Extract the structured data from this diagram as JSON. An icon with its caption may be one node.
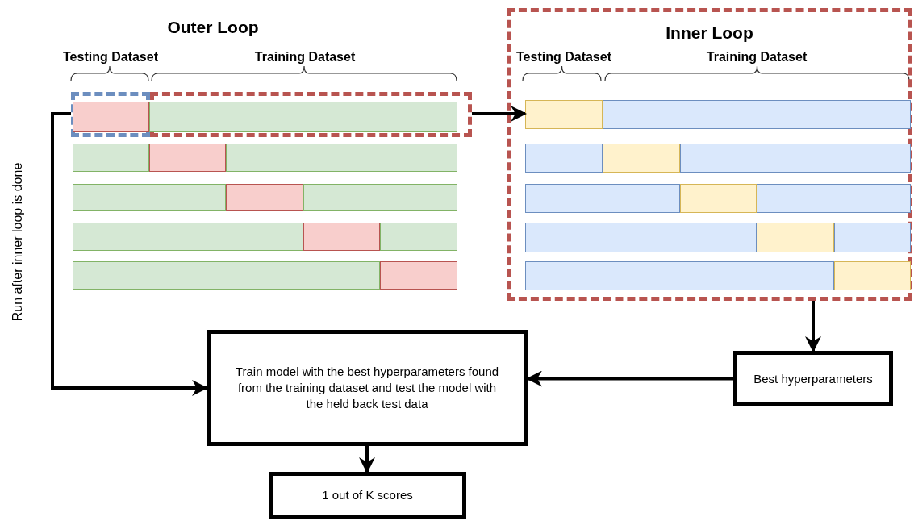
{
  "diagram": {
    "nodes": [
      {
        "text": [
          "Inner Loop"
        ]
      },
      {
        "text": [],
        "shape": "box"
      },
      {
        "text": [],
        "shape": "box"
      },
      {
        "text": [],
        "shape": "bar",
        "in": 1
      },
      {
        "text": [],
        "shape": "bar",
        "in": 2
      },
      {
        "text": [],
        "shape": "bar"
      },
      {
        "text": [],
        "shape": "bar"
      },
      {
        "text": [],
        "shape": "bar"
      },
      {
        "text": [],
        "shape": "bar"
      },
      {
        "text": [],
        "shape": "bar"
      },
      {
        "text": [],
        "shape": "bar"
      },
      {
        "text": [],
        "shape": "bar"
      },
      {
        "text": [],
        "shape": "bar"
      },
      {
        "text": [],
        "shape": "bar"
      },
      {
        "text": [],
        "shape": "bar"
      },
      {
        "text": [],
        "shape": "bar"
      },
      {
        "text": [],
        "shape": "bar",
        "in": 0
      },
      {
        "text": [],
        "shape": "bar",
        "in": 0
      },
      {
        "text": [],
        "shape": "bar",
        "in": 0
      },
      {
        "text": [],
        "shape": "bar",
        "in": 0
      },
      {
        "text": [],
        "shape": "bar",
        "in": 0
      },
      {
        "text": [],
        "shape": "bar",
        "in": 0
      },
      {
        "text": [],
        "shape": "bar",
        "in": 0
      },
      {
        "text": [],
        "shape": "bar",
        "in": 0
      },
      {
        "text": [],
        "shape": "bar",
        "in": 0
      },
      {
        "text": [],
        "shape": "bar",
        "in": 0
      },
      {
        "text": [],
        "shape": "bar",
        "in": 0
      },
      {
        "text": [],
        "shape": "bar",
        "in": 0
      },
      {
        "text": [],
        "shape": "bar",
        "in": 0
      },
      {
        "text": [
          "Train model with the best hyperparameters found from the training dataset and test the model with the held back test data"
        ]
      },
      {
        "text": [
          "Best hyperparameters"
        ]
      },
      {
        "text": [
          "1 out of K scores"
        ]
      }
    ],
    "edges": [
      {
        "from": 1,
        "to": 29,
        "arrow": "to"
      },
      {
        "from": 2,
        "to": 16,
        "arrow": "to"
      },
      {
        "from": 0,
        "to": 30,
        "arrow": "to"
      },
      {
        "from": 30,
        "to": 29,
        "arrow": "to"
      },
      {
        "from": 29,
        "to": 31,
        "arrow": "to"
      }
    ],
    "labels": [
      "Outer Loop",
      "Testing Dataset",
      "Training Dataset",
      "Testing Dataset",
      "Training Dataset",
      "Run after inner loop is done"
    ]
  }
}
